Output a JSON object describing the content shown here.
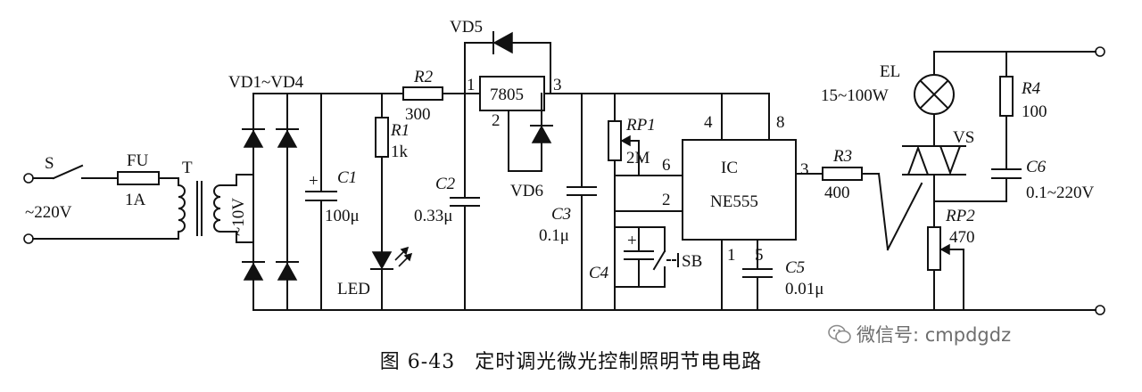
{
  "labels": {
    "switch": "S",
    "fuse": "FU",
    "fuse_value": "1A",
    "transformer": "T",
    "mains": "~220V",
    "secondary": "~10V",
    "bridge": "VD1~VD4",
    "c1": "C1",
    "c1_value": "100μ",
    "r1": "R1",
    "r1_value": "1k",
    "led": "LED",
    "r2": "R2",
    "r2_value": "300",
    "vd5": "VD5",
    "regulator": "7805",
    "reg_pin1": "1",
    "reg_pin2": "2",
    "reg_pin3": "3",
    "c2": "C2",
    "c2_value": "0.33μ",
    "vd6": "VD6",
    "c3": "C3",
    "c3_value": "0.1μ",
    "rp1": "RP1",
    "rp1_value": "2M",
    "c4": "C4",
    "sb": "SB",
    "ic": "IC",
    "ic_part": "NE555",
    "pin4": "4",
    "pin8": "8",
    "pin6": "6",
    "pin2": "2",
    "pin3": "3",
    "pin1": "1",
    "pin5": "5",
    "c5": "C5",
    "c5_value": "0.01μ",
    "r3": "R3",
    "r3_value": "400",
    "el": "EL",
    "el_value": "15~100W",
    "vs": "VS",
    "r4": "R4",
    "r4_value": "100",
    "c6": "C6",
    "c6_value": "0.1~220V",
    "rp2": "RP2",
    "rp2_value": "470"
  },
  "caption": {
    "figure_no": "图 6-43",
    "title": "定时调光微光控制照明节电电路"
  },
  "watermark": "微信号: cmpdgdz"
}
